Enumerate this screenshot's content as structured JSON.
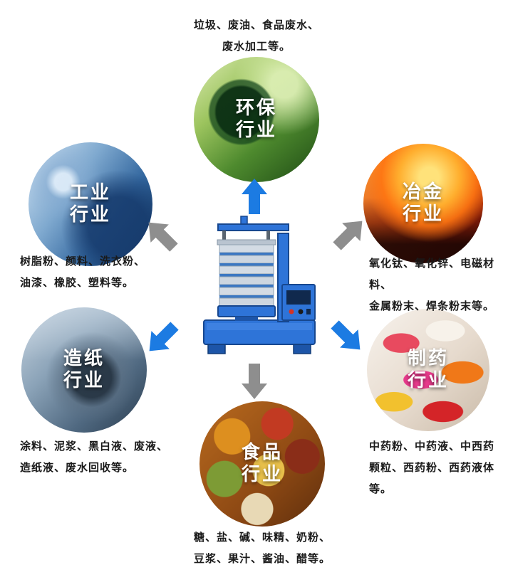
{
  "colors": {
    "arrow_blue": "#1c7be2",
    "arrow_gray": "#8e8e8e"
  },
  "machine": {
    "icon": "sieve-machine-icon"
  },
  "nodes": {
    "environmental": {
      "title": [
        "环保",
        "行业"
      ],
      "desc": [
        "垃圾、废油、食品废水、",
        "废水加工等。"
      ]
    },
    "industrial": {
      "title": [
        "工业",
        "行业"
      ],
      "desc": [
        "树脂粉、颜料、洗衣粉、",
        "油漆、橡胶、塑料等。"
      ]
    },
    "metallurgy": {
      "title": [
        "冶金",
        "行业"
      ],
      "desc": [
        "氧化钛、氧化锌、电磁材料、",
        "金属粉末、焊条粉末等。"
      ]
    },
    "papermaking": {
      "title": [
        "造纸",
        "行业"
      ],
      "desc": [
        "涂料、泥浆、黑白液、废液、",
        "造纸液、废水回收等。"
      ]
    },
    "pharmaceutical": {
      "title": [
        "制药",
        "行业"
      ],
      "desc": [
        "中药粉、中药液、中西药",
        "颗粒、西药粉、西药液体等。"
      ]
    },
    "food": {
      "title": [
        "食品",
        "行业"
      ],
      "desc": [
        "糖、盐、碱、味精、奶粉、",
        "豆浆、果汁、酱油、醋等。"
      ]
    }
  }
}
